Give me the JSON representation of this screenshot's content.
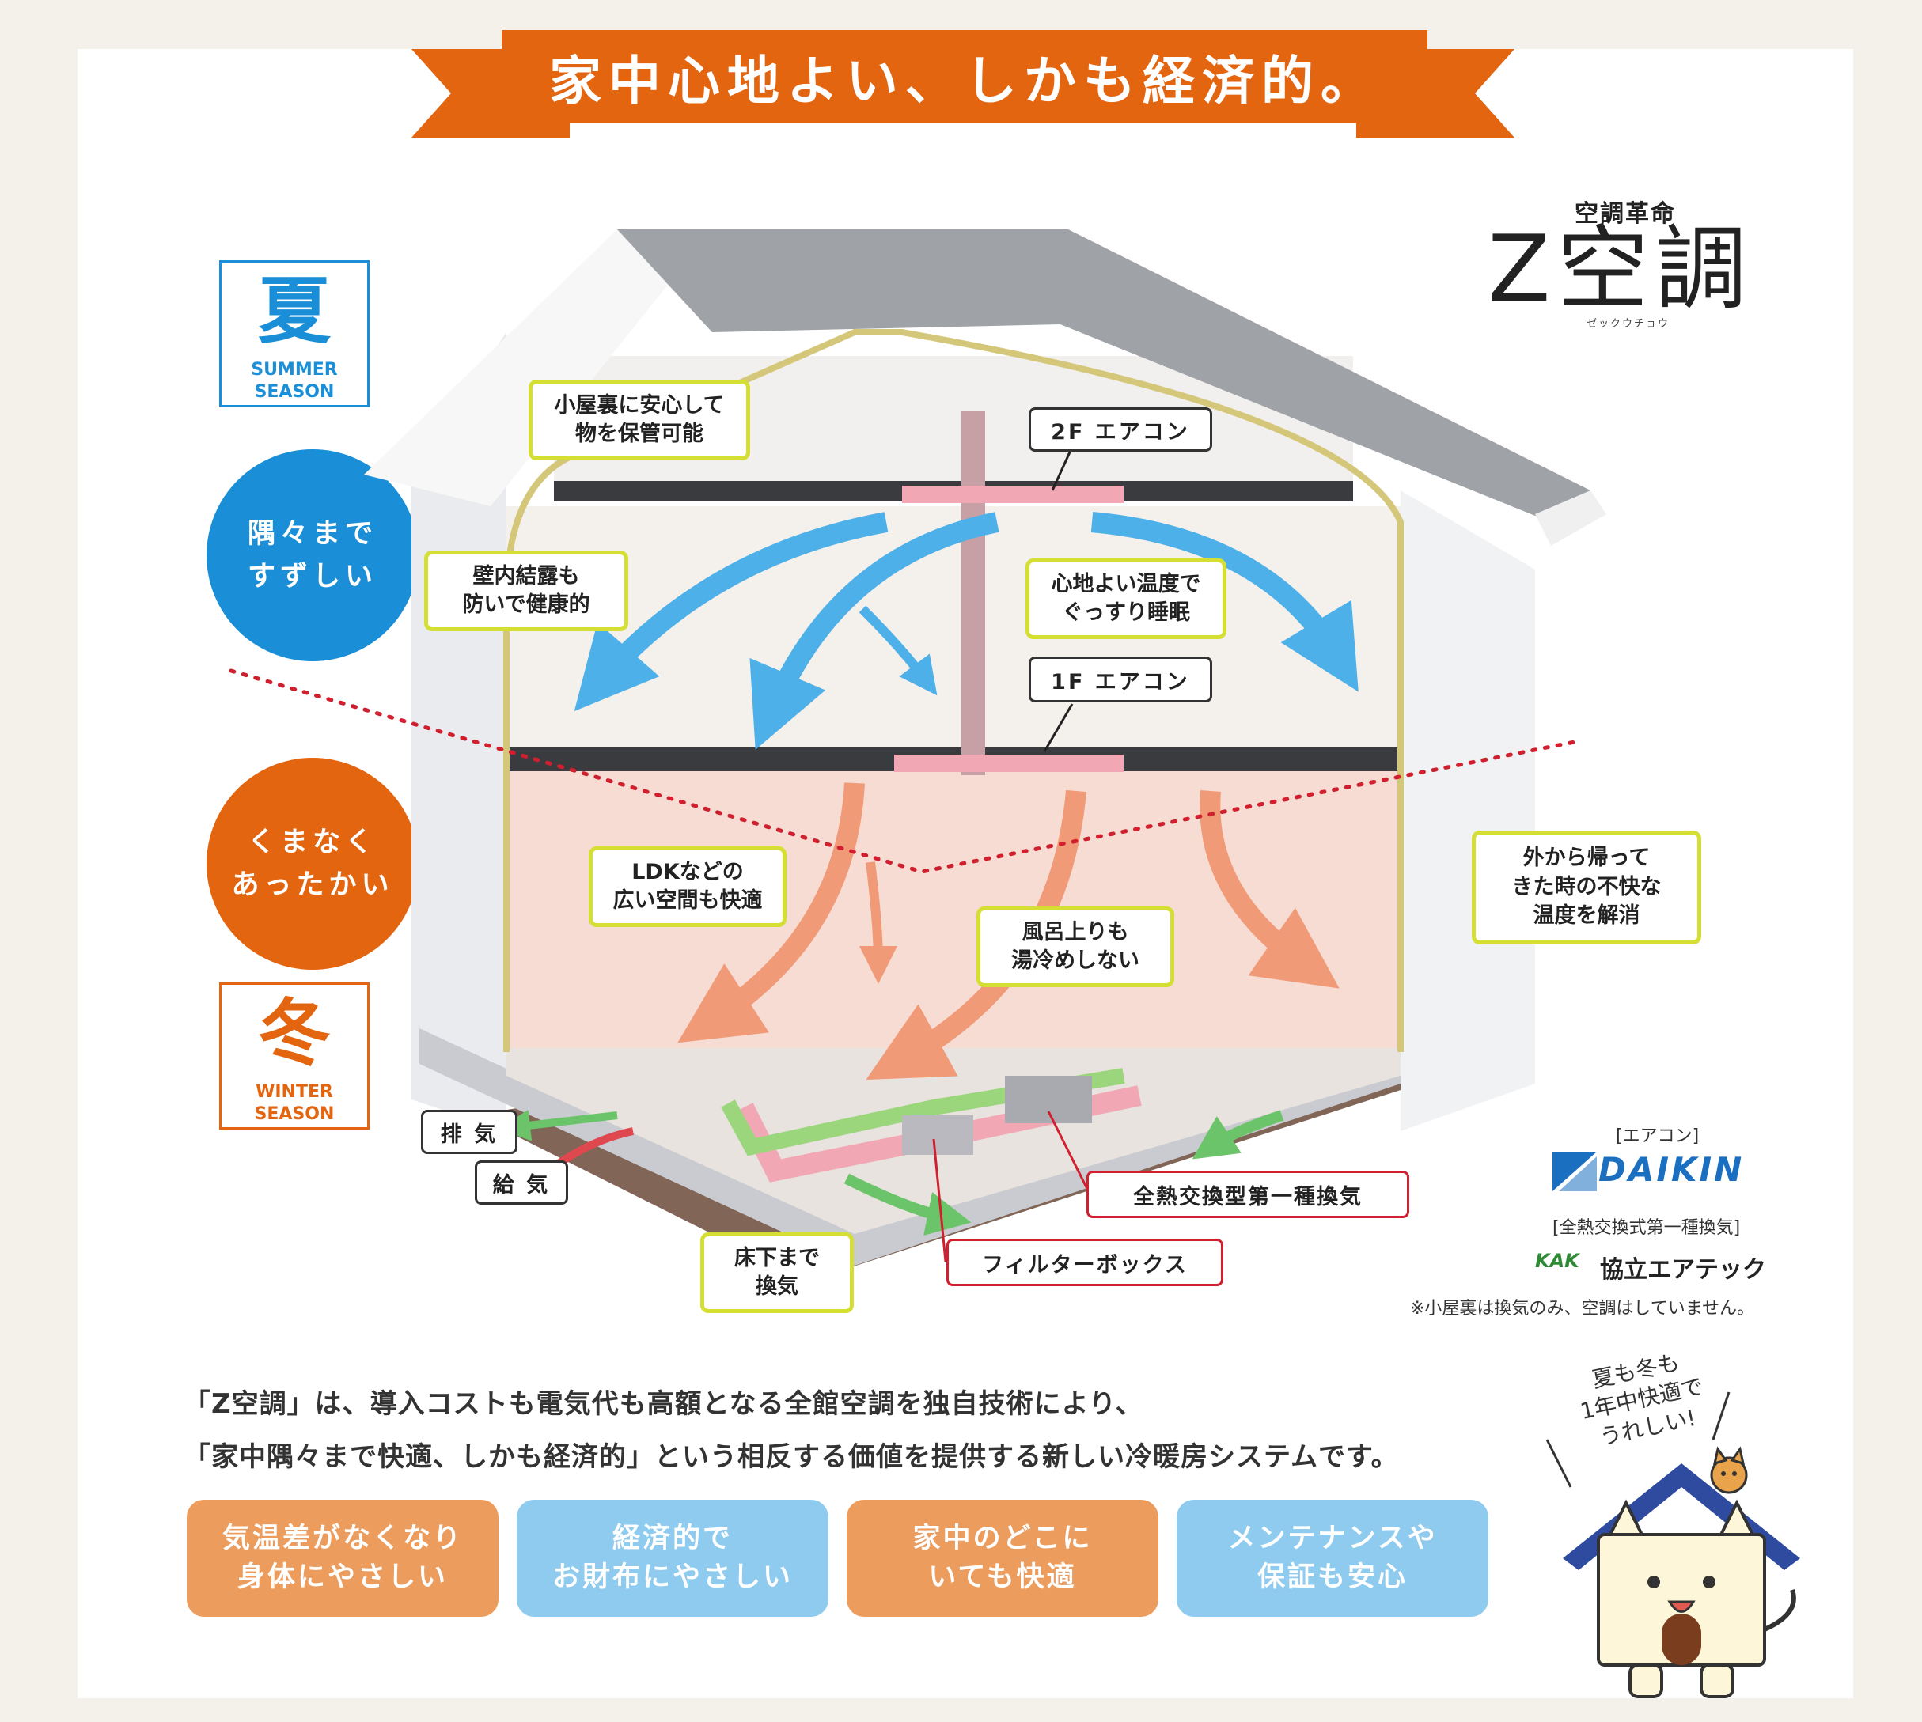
{
  "banner": {
    "title": "家中心地よい、しかも経済的。"
  },
  "logo": {
    "tagline": "空調革命",
    "name": "Z空調",
    "ruby": "ゼックウチョウ"
  },
  "seasons": {
    "summer": {
      "kanji": "夏",
      "en_line1": "SUMMER",
      "en_line2": "SEASON",
      "line1": "隅々まで",
      "line2": "すずしい"
    },
    "winter": {
      "kanji": "冬",
      "en_line1": "WINTER",
      "en_line2": "SEASON",
      "line1": "くまなく",
      "line2": "あったかい"
    }
  },
  "callouts": {
    "attic": {
      "line1": "小屋裏に安心して",
      "line2": "物を保管可能"
    },
    "wall": {
      "line1": "壁内結露も",
      "line2": "防いで健康的"
    },
    "sleep": {
      "line1": "心地よい温度で",
      "line2": "ぐっすり睡眠"
    },
    "ldk": {
      "line1": "LDKなどの",
      "line2": "広い空間も快適"
    },
    "bath": {
      "line1": "風呂上りも",
      "line2": "湯冷めしない"
    },
    "outside": {
      "line1": "外から帰って",
      "line2": "きた時の不快な",
      "line3": "温度を解消"
    },
    "floor": {
      "line1": "床下まで",
      "line2": "換気"
    }
  },
  "labels": {
    "ac2f": "2F エアコン",
    "ac1f": "1F エアコン",
    "exhaust": "排 気",
    "supply": "給 気",
    "heat_exchange": "全熱交換型第一種換気",
    "filter": "フィルターボックス"
  },
  "brands": {
    "ac_label": "[エアコン]",
    "daikin": "DAIKIN",
    "vent_label": "[全熱交換式第一種換気]",
    "kak_mark": "KAK",
    "kyoritsu": "協立エアテック",
    "note": "※小屋裏は換気のみ、空調はしていません。"
  },
  "description": {
    "line1": "「Z空調」は、導入コストも電気代も高額となる全館空調を独自技術により、",
    "line2": "「家中隅々まで快適、しかも経済的」という相反する価値を提供する新しい冷暖房システムです。"
  },
  "benefits": [
    {
      "line1": "気温差がなくなり",
      "line2": "身体にやさしい"
    },
    {
      "line1": "経済的で",
      "line2": "お財布にやさしい"
    },
    {
      "line1": "家中のどこに",
      "line2": "いても快適"
    },
    {
      "line1": "メンテナンスや",
      "line2": "保証も安心"
    }
  ],
  "mascot": {
    "line1": "夏も冬も",
    "line2": "1年中快適で",
    "line3": "うれしい!"
  },
  "colors": {
    "orange": "#e36510",
    "blue": "#1a8fd8",
    "callout_border": "#d5df33",
    "red": "#d0202f",
    "daikin_blue": "#1a6fc0"
  }
}
